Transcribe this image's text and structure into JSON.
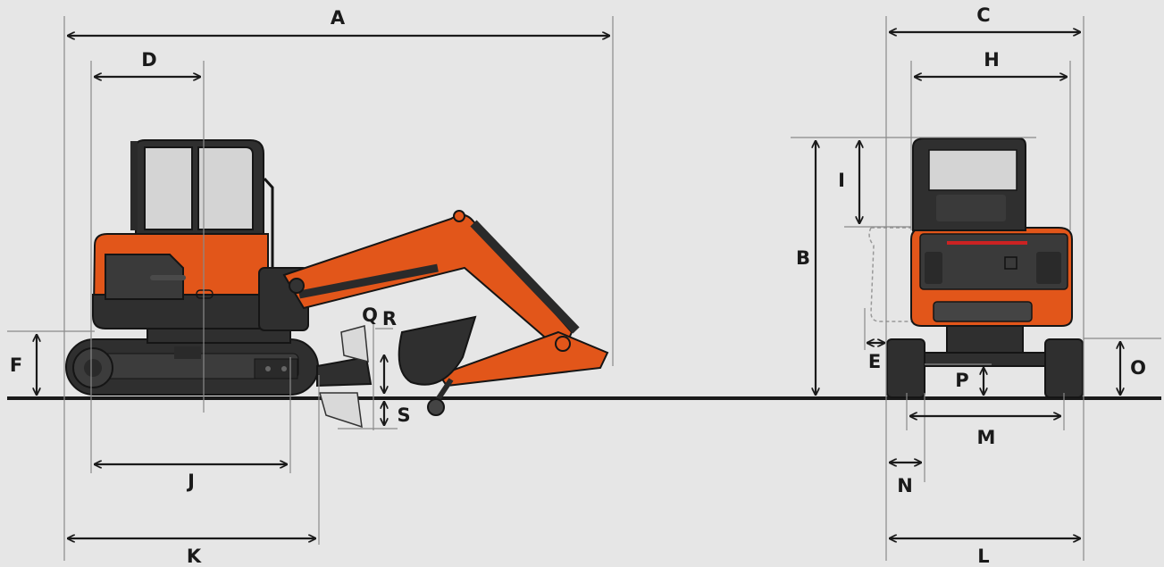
{
  "labels": {
    "A": "A",
    "B": "B",
    "C": "C",
    "D": "D",
    "E": "E",
    "F": "F",
    "H": "H",
    "I": "I",
    "J": "J",
    "K": "K",
    "L": "L",
    "M": "M",
    "N": "N",
    "O": "O",
    "P": "P",
    "Q": "Q",
    "R": "R",
    "S": "S"
  },
  "colors": {
    "background": "#e6e6e6",
    "machine_orange": "#e2561a",
    "machine_dark": "#2f2f2f",
    "glass": "#d4d4d4",
    "lines": "#1a1a1a"
  },
  "icons": [
    "side-view-excavator",
    "rear-view-excavator",
    "dimension-arrow"
  ]
}
